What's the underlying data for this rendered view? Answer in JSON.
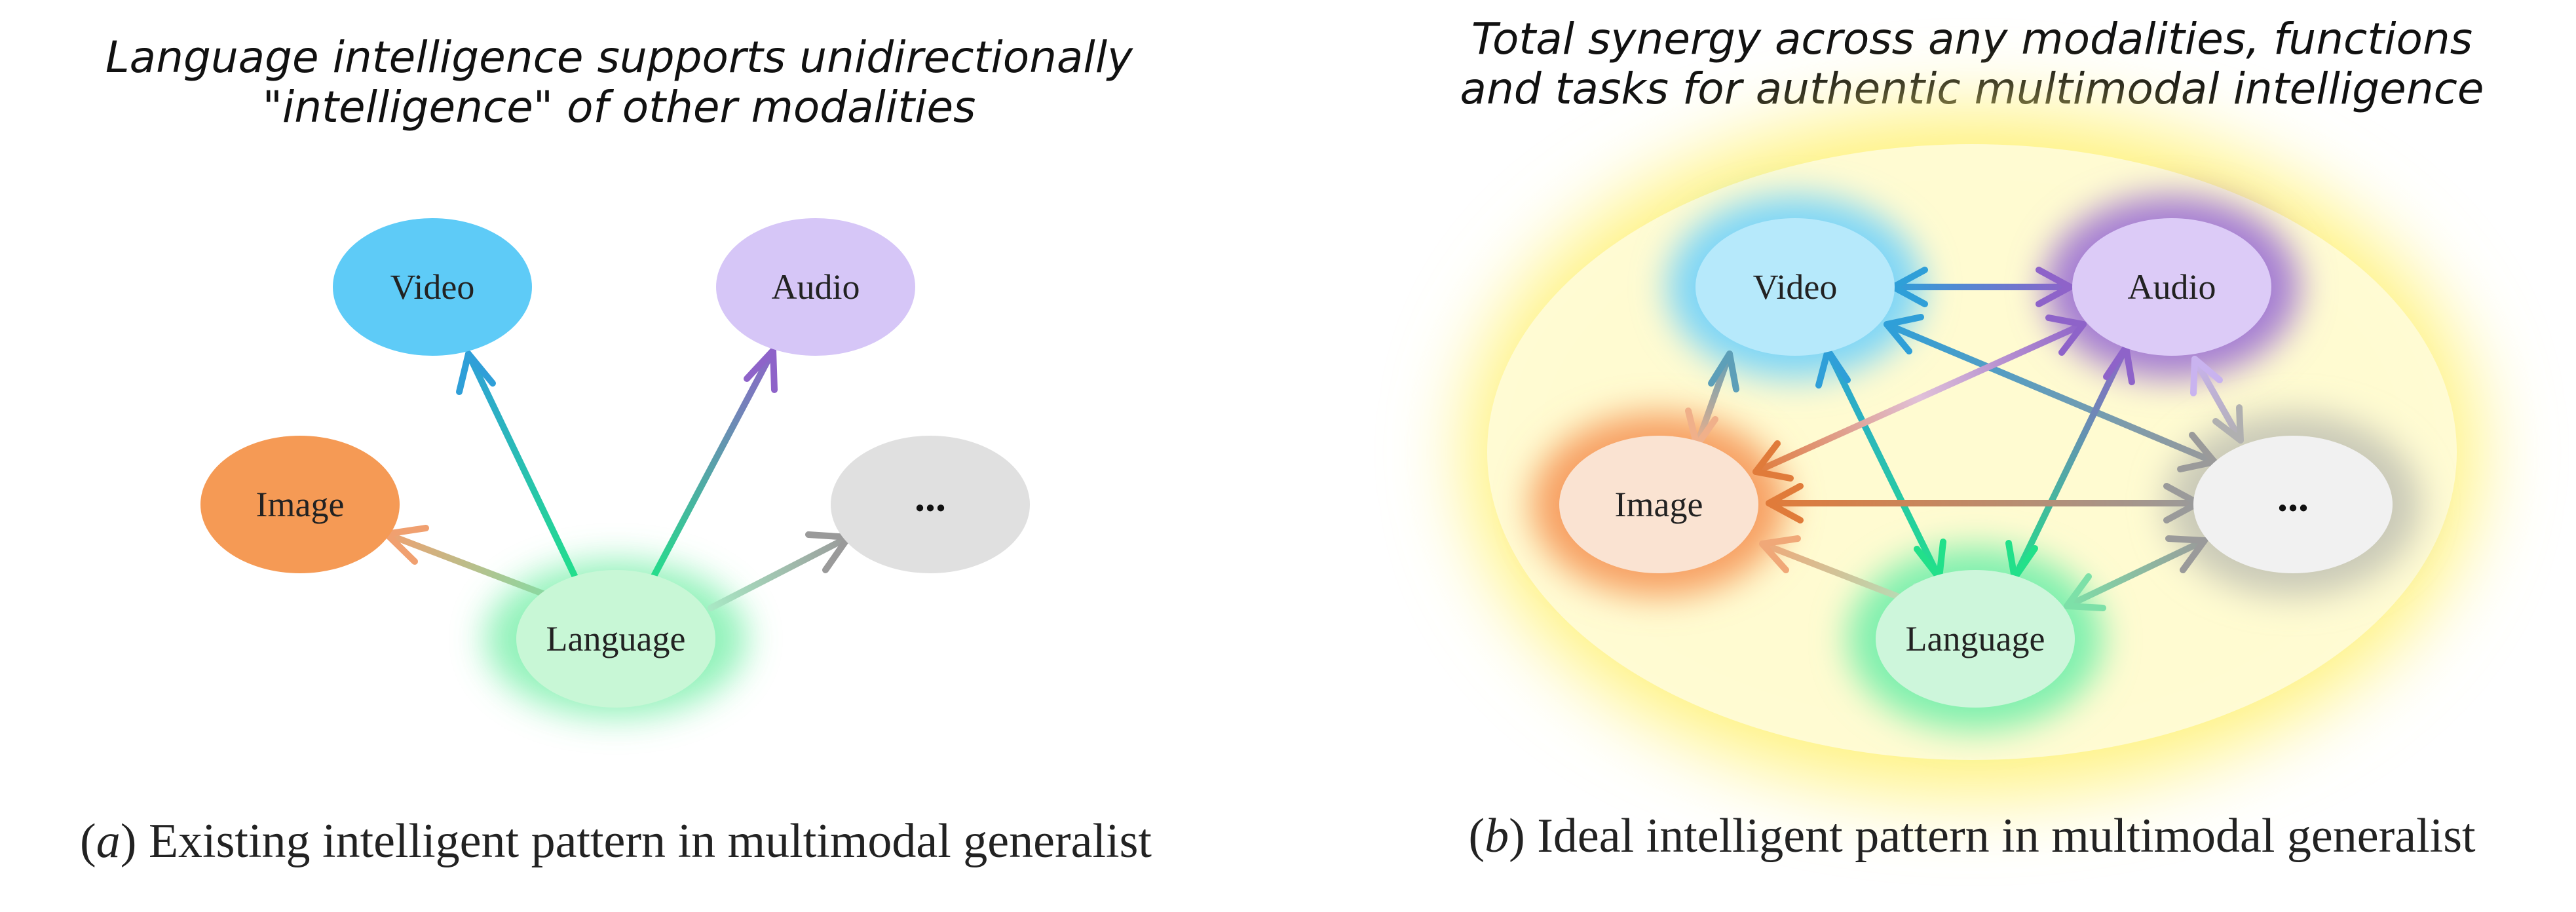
{
  "panel_a": {
    "title_line1": "Language intelligence supports unidirectionally",
    "title_line2": "\"intelligence\" of other modalities",
    "caption_letter": "a",
    "caption_text": "Existing intelligent pattern in multimodal generalist",
    "nodes": {
      "video": "Video",
      "audio": "Audio",
      "image": "Image",
      "language": "Language",
      "more": "..."
    }
  },
  "panel_b": {
    "title_line1": "Total synergy across any modalities, functions",
    "title_line2": "and tasks for authentic multimodal intelligence",
    "caption_letter": "b",
    "caption_text": "Ideal intelligent pattern in multimodal generalist",
    "nodes": {
      "video": "Video",
      "audio": "Audio",
      "image": "Image",
      "language": "Language",
      "more": "..."
    }
  },
  "colors": {
    "video": "#5ecbf7",
    "audio": "#d6c6f7",
    "image": "#f59a55",
    "language": "#c8f7d6",
    "more": "#e0e0e0",
    "halo": "#fff59d",
    "arrow_language": "#22e08a",
    "arrow_video": "#2f9fd8",
    "arrow_audio": "#8e63c9",
    "arrow_image": "#e07b3a",
    "arrow_more": "#9a9a9a"
  }
}
